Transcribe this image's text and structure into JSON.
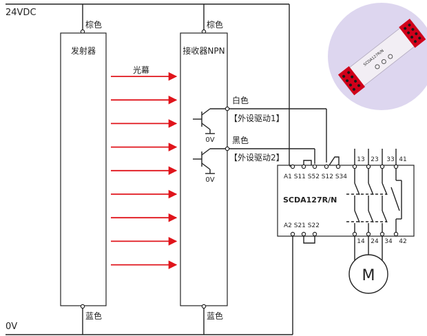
{
  "rails": {
    "positive": "24VDC",
    "negative": "0V"
  },
  "emitter": {
    "title": "发射器",
    "top_wire": "棕色",
    "bottom_wire": "蓝色"
  },
  "receiver": {
    "title": "接收器NPN",
    "top_wire": "棕色",
    "bottom_wire": "蓝色"
  },
  "beam_label": "光幕",
  "beam_count": 9,
  "outputs": [
    {
      "wire": "白色",
      "note": "【外设驱动1】",
      "ground": "0V"
    },
    {
      "wire": "黑色",
      "note": "【外设驱动2】",
      "ground": "0V"
    }
  ],
  "relay": {
    "model": "SCDA127R/N",
    "top_terminals": "A1 S11 S52 S12 S34",
    "bottom_terminals": "A2  S21 S22",
    "contacts_top": [
      "13",
      "23",
      "33",
      "41"
    ],
    "contacts_bottom": [
      "14",
      "24",
      "34",
      "42"
    ]
  },
  "motor": {
    "label": "M"
  },
  "product_photo": {
    "model": "SCDA127R/N",
    "colors": {
      "body": "#f2eef4",
      "label": "#d0001a",
      "terminal": "#1a1a1a",
      "background": "#ddd6ef"
    }
  },
  "colors": {
    "beam": "#e0141b",
    "line": "#222222"
  }
}
